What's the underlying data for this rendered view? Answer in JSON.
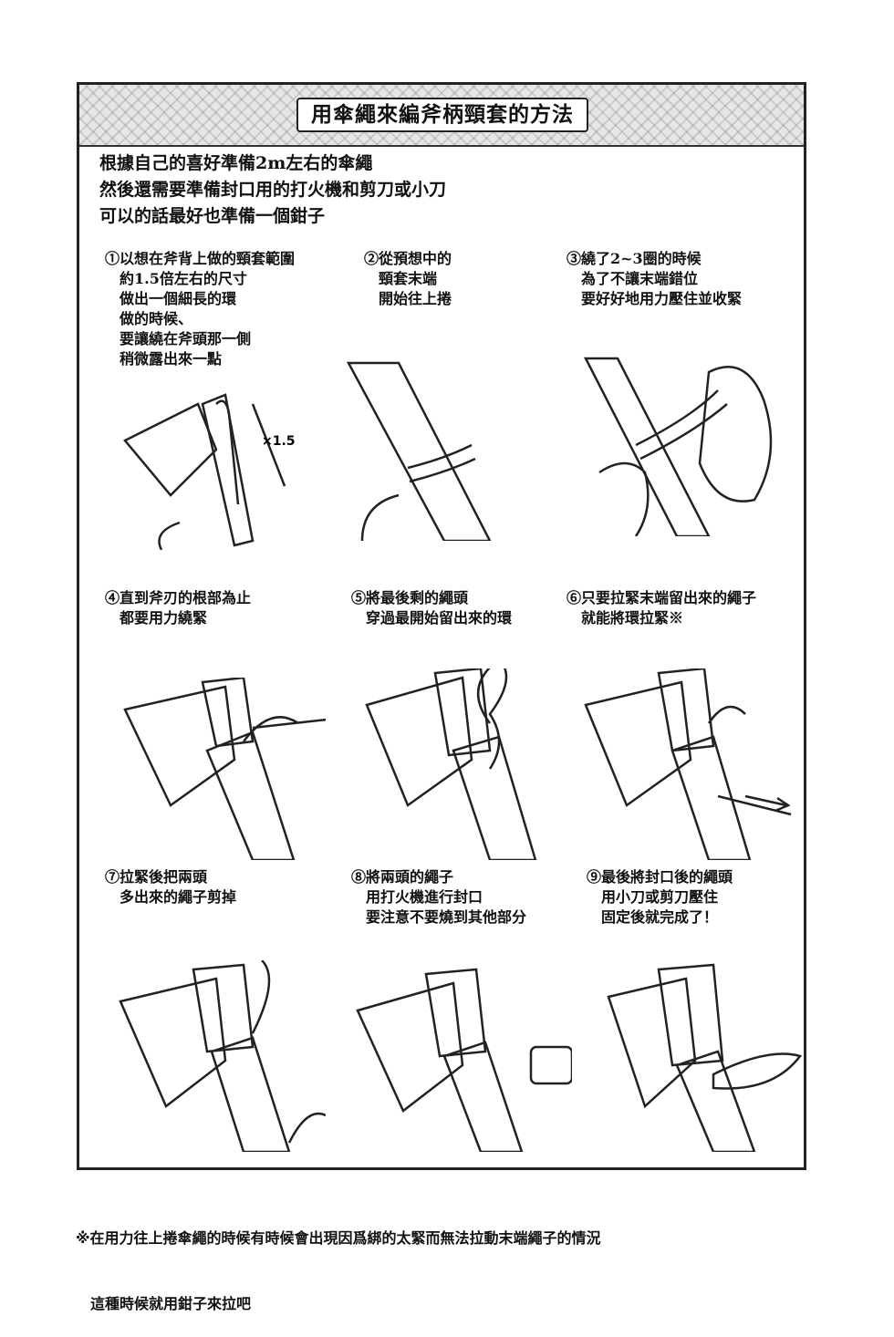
{
  "title": "用傘繩來編斧柄頸套的方法",
  "intro": [
    "根據自己的喜好準備2m左右的傘繩",
    "然後還需要準備封口用的打火機和剪刀或小刀",
    "可以的話最好也準備一個鉗子"
  ],
  "steps": [
    {
      "text": "①以想在斧背上做的頸套範圍\n　約1.5倍左右的尺寸\n　做出一個細長的環\n　做的時候、\n　要讓繞在斧頭那一側\n　稍微露出來一點",
      "label": "×1.5"
    },
    {
      "text": "②從預想中的\n　頸套末端\n　開始往上捲"
    },
    {
      "text": "③繞了2~3圈的時候\n　為了不讓末端錯位\n　要好好地用力壓住並收緊"
    },
    {
      "text": "④直到斧刃的根部為止\n　都要用力繞緊"
    },
    {
      "text": "⑤將最後剩的繩頭\n　穿過最開始留出來的環"
    },
    {
      "text": "⑥只要拉緊末端留出來的繩子\n　就能將環拉緊※"
    },
    {
      "text": "⑦拉緊後把兩頭\n　多出來的繩子剪掉"
    },
    {
      "text": "⑧將兩頭的繩子\n　用打火機進行封口\n　要注意不要燒到其他部分"
    },
    {
      "text": "⑨最後將封口後的繩頭\n　用小刀或剪刀壓住\n　固定後就完成了！"
    }
  ],
  "footnote": [
    "※在用力往上捲傘繩的時候有時候會出現因爲綁的太緊而無法拉動末端繩子的情況",
    "　這種時候就用鉗子來拉吧"
  ],
  "icons": [
    "axe-icon",
    "rope-icon",
    "hand-icon",
    "lighter-icon",
    "knife-icon",
    "arrow-icon"
  ]
}
